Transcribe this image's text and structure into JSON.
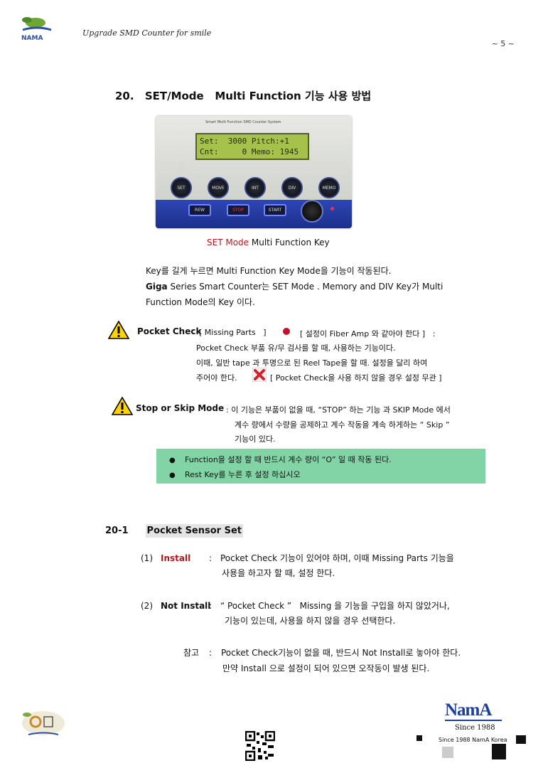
{
  "header": {
    "tagline": "Upgrade SMD Counter for smile",
    "page_number": "~ 5 ~"
  },
  "section": {
    "number": "20.",
    "title": "SET/Mode   Multi Function 기능 사용 방법"
  },
  "device": {
    "header_text": "Smart Multi Function   SMD Counter System",
    "lcd_line1": "Set:  3000 Pitch:+1",
    "lcd_line2": "Cnt:     0 Memo: 1945",
    "round_buttons": [
      "SET",
      "MOVE",
      "INT",
      "DIV",
      "MEMO"
    ],
    "bottom_buttons": [
      "REW",
      "STOP",
      "START"
    ]
  },
  "caption": {
    "red_part": "SET Mode",
    "rest": " Multi Function Key"
  },
  "intro": {
    "line1": "Key를 길게 누르면 Multi Function Key Mode을 기능이 작동된다.",
    "line2_bold": "Giga",
    "line2_rest": " Series Smart Counter는 SET Mode . Memory and DIV Key가 Multi",
    "line3": "Function Mode의 Key 이다."
  },
  "pocket_check": {
    "label": "Pocket Check",
    "bracket": "[ Missing Parts   ]",
    "note": "[ 설정이 Fiber Amp 와 같아야 한다 ]   :",
    "line1": "Pocket Check 부품 유/무 검사를 할 때, 사용하는 기능이다.",
    "line2": "이때, 일반 tape 과 투명으로 된 Reel Tape을 할 때. 설정을 달리 하여",
    "line3a": "주어야 한다.",
    "line3b": "[ Pocket Check을 사용 하지 않을 경우 설정 무관 ]"
  },
  "stop_skip": {
    "label": "Stop or Skip Mode",
    "line1": ": 이 기능은 부품이 없을 때, “STOP” 하는 기능 과 SKIP Mode 에서",
    "line2": "계수 량에서 수량을 공제하고 계수 작동을 계속 하게하는 “ Skip ”",
    "line3": "기능이 있다."
  },
  "notes": [
    "Function을 설정 할 때 반드시 계수 량이 “O” 일 때   작동 된다.",
    "Rest Key를 누른 후 설정 하십시오"
  ],
  "subsection": {
    "number": "20-1",
    "title": "Pocket Sensor Set"
  },
  "options": [
    {
      "num": "(1)",
      "label": "Install",
      "sep": ":",
      "line1": "Pocket Check 기능이 있어야 하며, 이때 Missing Parts 기능을",
      "line2": "사용을 하고자 할 때, 설정 한다."
    },
    {
      "num": "(2)",
      "label": "Not Install",
      "sep": ":",
      "line1": "“ Pocket Check ”   Missing 을 기능을 구입을 하지 않았거나,",
      "line2": "기능이 있는데, 사용을 하지 않을 경우 선택한다."
    }
  ],
  "reference": {
    "label": "참고",
    "sep": ":",
    "line1": "Pocket Check기능이 없을 때, 반드시 Not Install로 놓아야 한다.",
    "line2": "만약 Install 으로 설정이 되어 있으면 오작동이 발생 된다."
  },
  "footer": {
    "brand": "NamA",
    "since": "Since 1988",
    "since_korea": "Since 1988 NamA Korea"
  },
  "colors": {
    "accent_red": "#b3171c",
    "note_green": "#82d3a5",
    "brand_blue": "#1c3f9c"
  }
}
